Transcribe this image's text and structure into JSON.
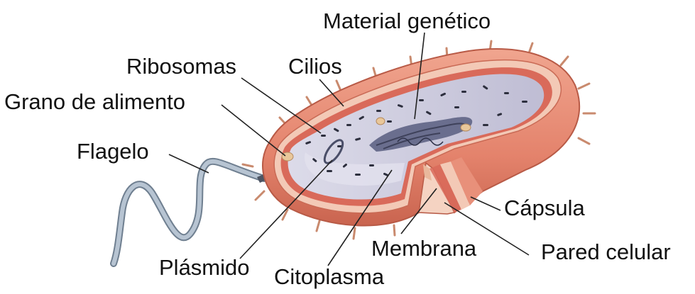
{
  "labels": {
    "genetic_material": "Material genético",
    "ribosomes": "Ribosomas",
    "cilia": "Cilios",
    "food_granule": "Grano de alimento",
    "flagellum": "Flagelo",
    "plasmid": "Plásmido",
    "cytoplasm": "Citoplasma",
    "membrane": "Membrana",
    "capsule": "Cápsula",
    "cell_wall": "Pared celular"
  },
  "colors": {
    "capsule": "#e8907a",
    "capsule_dark": "#c96a55",
    "wall": "#f3c9b6",
    "membrane": "#d96a5a",
    "cytoplasm": "#c9c8dc",
    "cytoplasm_light": "#e2e1ee",
    "dna": "#5c6080",
    "flagellum": "#a9b8c6",
    "leader": "#222222"
  },
  "icons": {
    "bacterium": "bacterium-cell-icon",
    "flagellum": "flagellum-icon"
  }
}
